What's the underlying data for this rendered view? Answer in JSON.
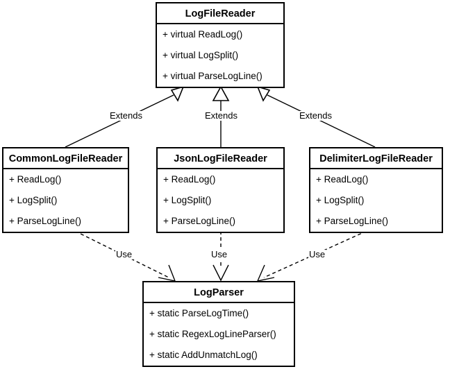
{
  "diagram": {
    "type": "uml-class-diagram",
    "background_color": "#ffffff",
    "line_color": "#000000",
    "classes": [
      {
        "id": "log-file-reader",
        "name": "LogFileReader",
        "members": [
          "+ virtual ReadLog()",
          "+ virtual LogSplit()",
          "+ virtual ParseLogLine()"
        ]
      },
      {
        "id": "common-log-file-reader",
        "name": "CommonLogFileReader",
        "members": [
          "+ ReadLog()",
          "+ LogSplit()",
          "+ ParseLogLine()"
        ]
      },
      {
        "id": "json-log-file-reader",
        "name": "JsonLogFileReader",
        "members": [
          "+ ReadLog()",
          "+ LogSplit()",
          "+ ParseLogLine()"
        ]
      },
      {
        "id": "delimiter-log-file-reader",
        "name": "DelimiterLogFileReader",
        "members": [
          "+ ReadLog()",
          "+ LogSplit()",
          "+ ParseLogLine()"
        ]
      },
      {
        "id": "log-parser",
        "name": "LogParser",
        "members": [
          "+ static ParseLogTime()",
          "+ static RegexLogLineParser()",
          "+ static AddUnmatchLog()"
        ]
      }
    ],
    "relationships": [
      {
        "id": "extends-common",
        "label": "Extends",
        "kind": "generalization",
        "from": "common-log-file-reader",
        "to": "log-file-reader"
      },
      {
        "id": "extends-json",
        "label": "Extends",
        "kind": "generalization",
        "from": "json-log-file-reader",
        "to": "log-file-reader"
      },
      {
        "id": "extends-delimiter",
        "label": "Extends",
        "kind": "generalization",
        "from": "delimiter-log-file-reader",
        "to": "log-file-reader"
      },
      {
        "id": "use-common",
        "label": "Use",
        "kind": "dependency",
        "from": "common-log-file-reader",
        "to": "log-parser"
      },
      {
        "id": "use-json",
        "label": "Use",
        "kind": "dependency",
        "from": "json-log-file-reader",
        "to": "log-parser"
      },
      {
        "id": "use-delimiter",
        "label": "Use",
        "kind": "dependency",
        "from": "delimiter-log-file-reader",
        "to": "log-parser"
      }
    ]
  }
}
